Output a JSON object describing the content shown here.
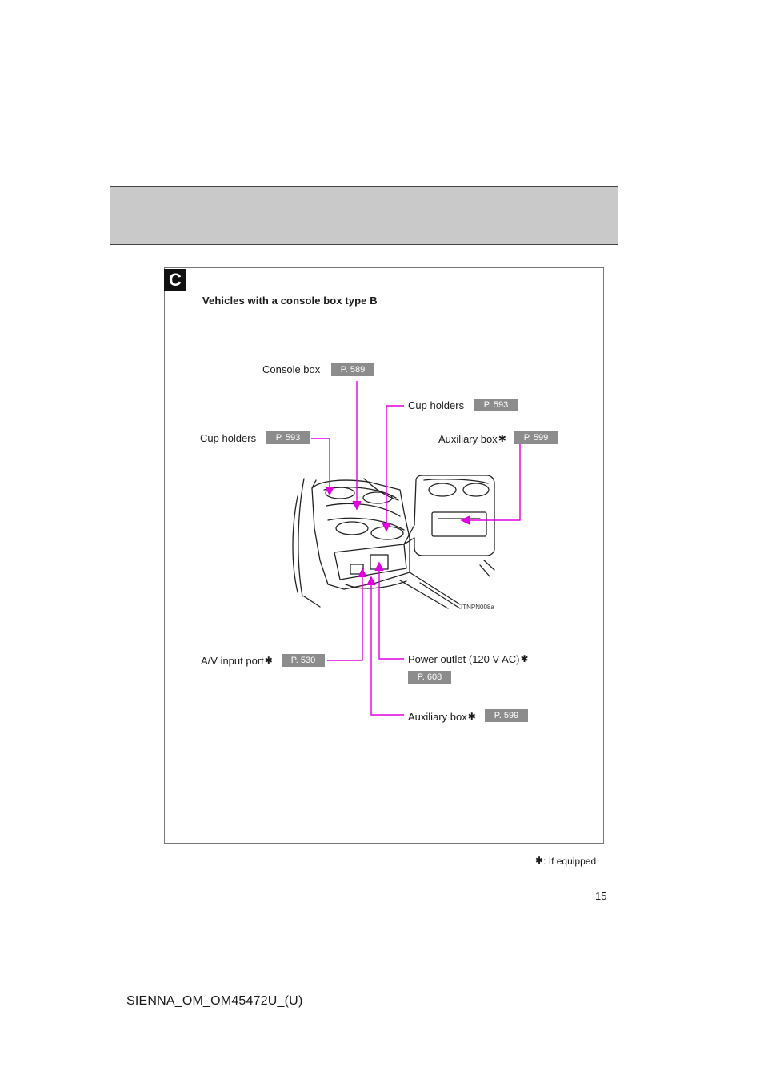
{
  "section": {
    "letter": "C",
    "subtitle": "Vehicles with a console box type B"
  },
  "callouts": {
    "console_box": {
      "label": "Console box",
      "page": "P. 589"
    },
    "cup_holders_left": {
      "label": "Cup holders",
      "page": "P. 593"
    },
    "cup_holders_right": {
      "label": "Cup holders",
      "page": "P. 593"
    },
    "auxiliary_box_top": {
      "label": "Auxiliary box",
      "page": "P. 599"
    },
    "av_input_port": {
      "label": "A/V input port",
      "page": "P. 530"
    },
    "power_outlet": {
      "label": "Power outlet (120 V AC)",
      "page": "P. 608"
    },
    "auxiliary_box_bottom": {
      "label": "Auxiliary box",
      "page": "P. 599"
    }
  },
  "figure_code": "ITNPN008a",
  "asterisk": "✱",
  "footnote": ": If equipped",
  "page_number": "15",
  "document_id": "SIENNA_OM_OM45472U_(U)",
  "colors": {
    "callout_line": "#e000e0",
    "page_tag": "#8c8c8c",
    "header_band": "#c9c9c9"
  }
}
